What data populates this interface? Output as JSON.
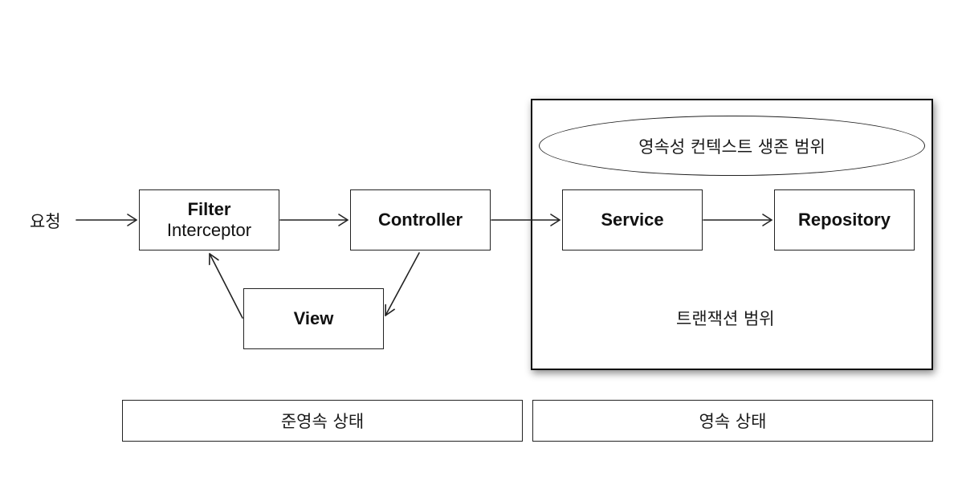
{
  "request_label": "요청",
  "boxes": {
    "filter": {
      "line1": "Filter",
      "line2": "Interceptor"
    },
    "controller": "Controller",
    "view": "View",
    "service": "Service",
    "repository": "Repository"
  },
  "scopes": {
    "persistence_context": "영속성 컨텍스트 생존 범위",
    "transaction": "트랜잭션 범위"
  },
  "states": {
    "semi_persistent": "준영속 상태",
    "persistent": "영속 상태"
  }
}
